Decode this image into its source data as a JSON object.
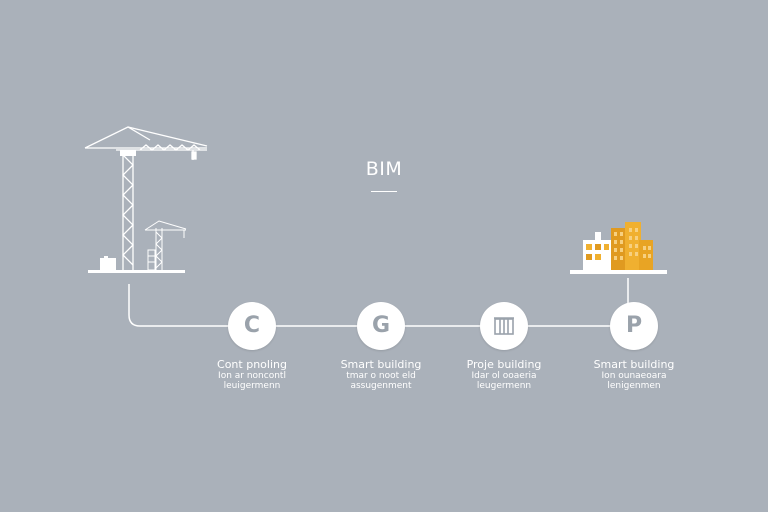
{
  "diagram": {
    "title": "BIM",
    "steps": [
      {
        "glyph": "C",
        "icon": "letter-c-icon",
        "line1": "Cont pnoling",
        "line2": "Ion ar noncontl",
        "line3": "leuigermenn"
      },
      {
        "glyph": "G",
        "icon": "letter-g-icon",
        "line1": "Smart building",
        "line2": "tmar o noot eld",
        "line3": "assugenment"
      },
      {
        "glyph": "",
        "icon": "building-columns-icon",
        "line1": "Proje building",
        "line2": "Idar ol ooaeria",
        "line3": "leugermenn"
      },
      {
        "glyph": "P",
        "icon": "letter-p-icon",
        "line1": "Smart building",
        "line2": "Ion ounaeoara",
        "line3": "lenigenmen"
      }
    ],
    "colors": {
      "background": "#aab1ba",
      "line": "#ffffff",
      "node_fill": "#ffffff",
      "node_glyph": "#9aa2ab",
      "building_orange": "#f0b030",
      "building_dark_orange": "#e09a20"
    },
    "illustrations": [
      "tower-crane-illustration",
      "finished-building-illustration"
    ]
  }
}
